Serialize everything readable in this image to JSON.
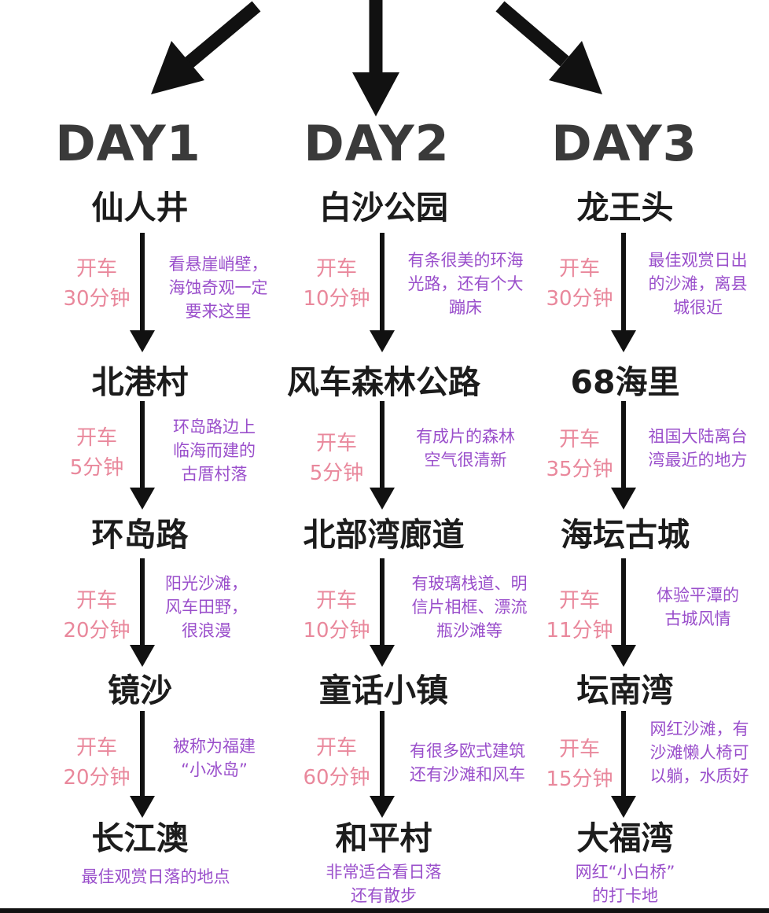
{
  "days": [
    {
      "label": "DAY1",
      "stops": [
        "仙人井",
        "北港村",
        "环岛路",
        "镜沙",
        "长江澳"
      ],
      "drives": [
        "开车\n30分钟",
        "开车\n5分钟",
        "开车\n20分钟",
        "开车\n20分钟"
      ],
      "notes": [
        "看悬崖峭壁，\n海蚀奇观一定\n要来这里",
        "环岛路边上\n临海而建的\n古厝村落",
        "阳光沙滩，\n风车田野，\n很浪漫",
        "被称为福建\n“小冰岛”"
      ],
      "final_note": "最佳观赏日落的地点"
    },
    {
      "label": "DAY2",
      "stops": [
        "白沙公园",
        "风车森林公路",
        "北部湾廊道",
        "童话小镇",
        "和平村"
      ],
      "drives": [
        "开车\n10分钟",
        "开车\n5分钟",
        "开车\n10分钟",
        "开车\n60分钟"
      ],
      "notes": [
        "有条很美的环海\n光路，还有个大\n蹦床",
        "有成片的森林\n空气很清新",
        "有玻璃栈道、明\n信片相框、漂流\n瓶沙滩等",
        "有很多欧式建筑\n还有沙滩和风车"
      ],
      "final_note": "非常适合看日落\n还有散步"
    },
    {
      "label": "DAY3",
      "stops": [
        "龙王头",
        "68海里",
        "海坛古城",
        "坛南湾",
        "大福湾"
      ],
      "drives": [
        "开车\n30分钟",
        "开车\n35分钟",
        "开车\n11分钟",
        "开车\n15分钟"
      ],
      "notes": [
        "最佳观赏日出\n的沙滩，离县\n城很近",
        "祖国大陆离台\n湾最近的地方",
        "体验平潭的\n古城风情",
        "网红沙滩，有\n沙滩懒人椅可\n以躺，水质好"
      ],
      "final_note": "网红“小白桥”\n的打卡地"
    }
  ],
  "colors": {
    "drive_text": "#e9889c",
    "note_text": "#9a4fcb",
    "place_text": "#1c1c1c",
    "day_text": "#3a3a3a",
    "arrow": "#111111"
  }
}
